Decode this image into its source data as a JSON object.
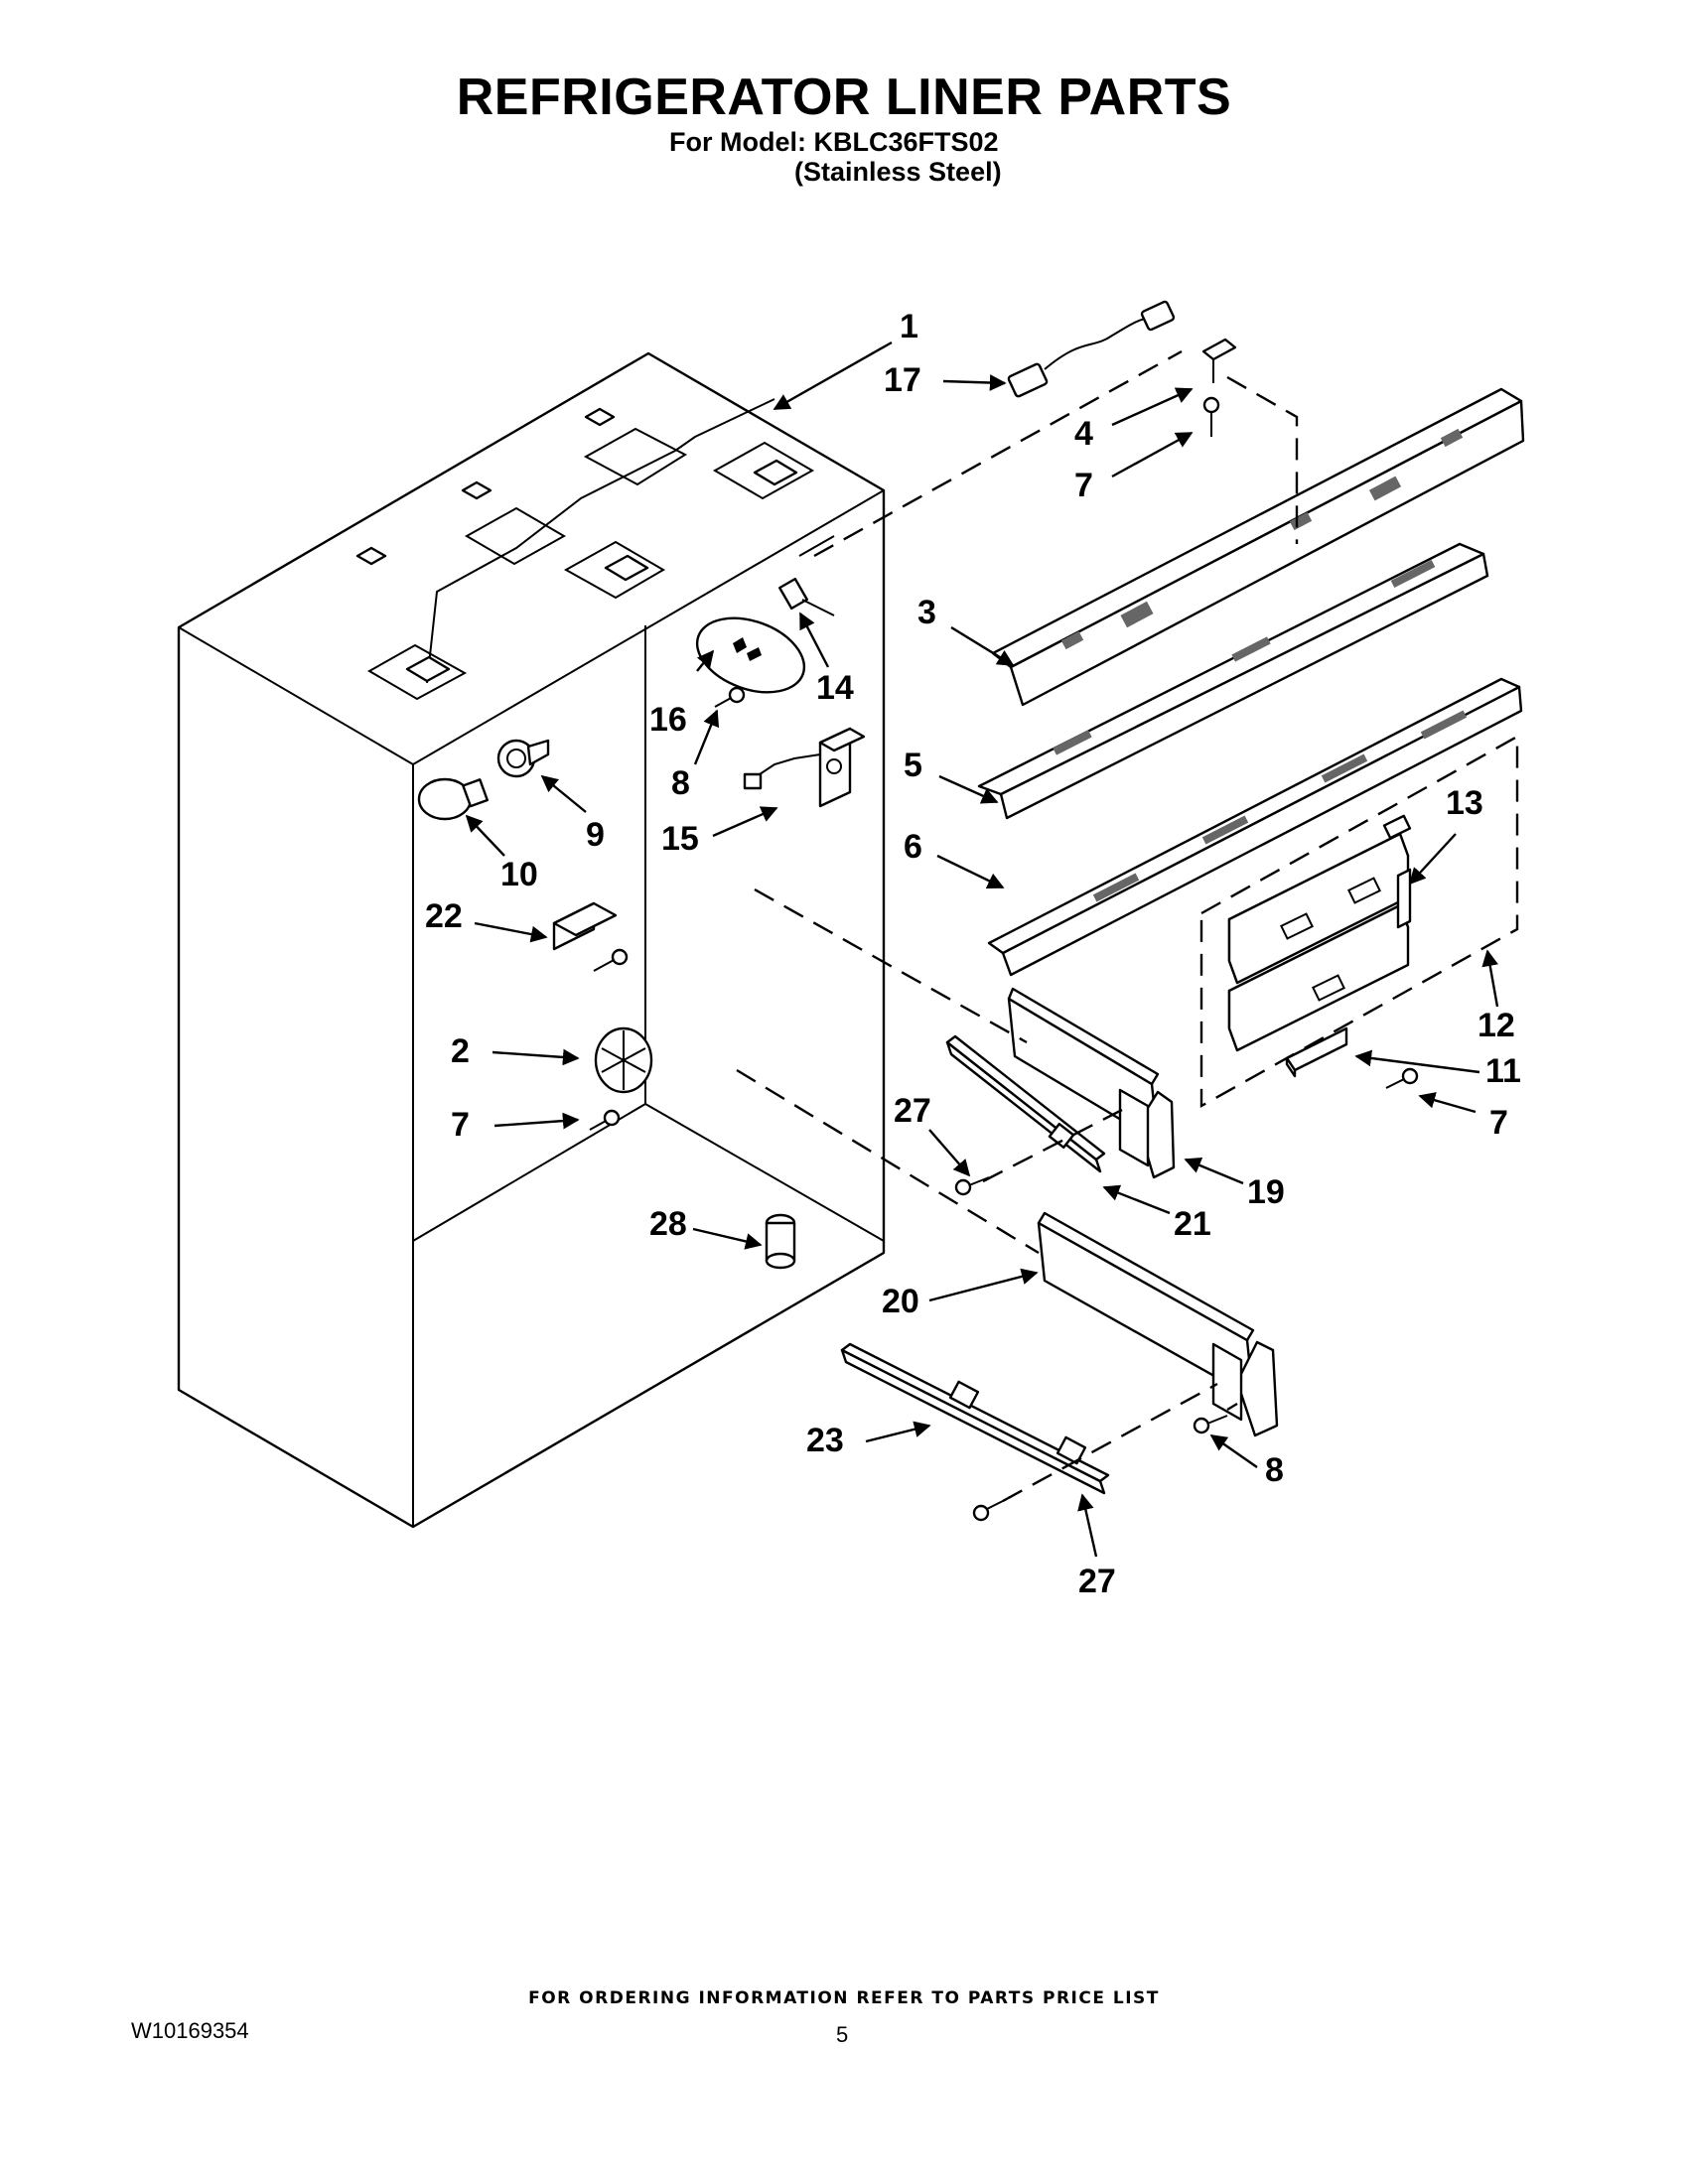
{
  "header": {
    "title": "REFRIGERATOR LINER PARTS",
    "model_line": "For Model: KBLC36FTS02",
    "variant_line": "(Stainless Steel)"
  },
  "callouts": {
    "c1": "1",
    "c17": "17",
    "c4": "4",
    "c7a": "7",
    "c3": "3",
    "c14": "14",
    "c16": "16",
    "c8a": "8",
    "c15": "15",
    "c9": "9",
    "c10": "10",
    "c5": "5",
    "c6": "6",
    "c13": "13",
    "c22": "22",
    "c12": "12",
    "c2": "2",
    "c11": "11",
    "c7b": "7",
    "c7c": "7",
    "c27a": "27",
    "c19": "19",
    "c21": "21",
    "c28": "28",
    "c20": "20",
    "c23": "23",
    "c8b": "8",
    "c27b": "27"
  },
  "footer": {
    "ordering_note": "FOR ORDERING INFORMATION REFER TO PARTS PRICE LIST",
    "document_number": "W10169354",
    "page_number": "5"
  }
}
